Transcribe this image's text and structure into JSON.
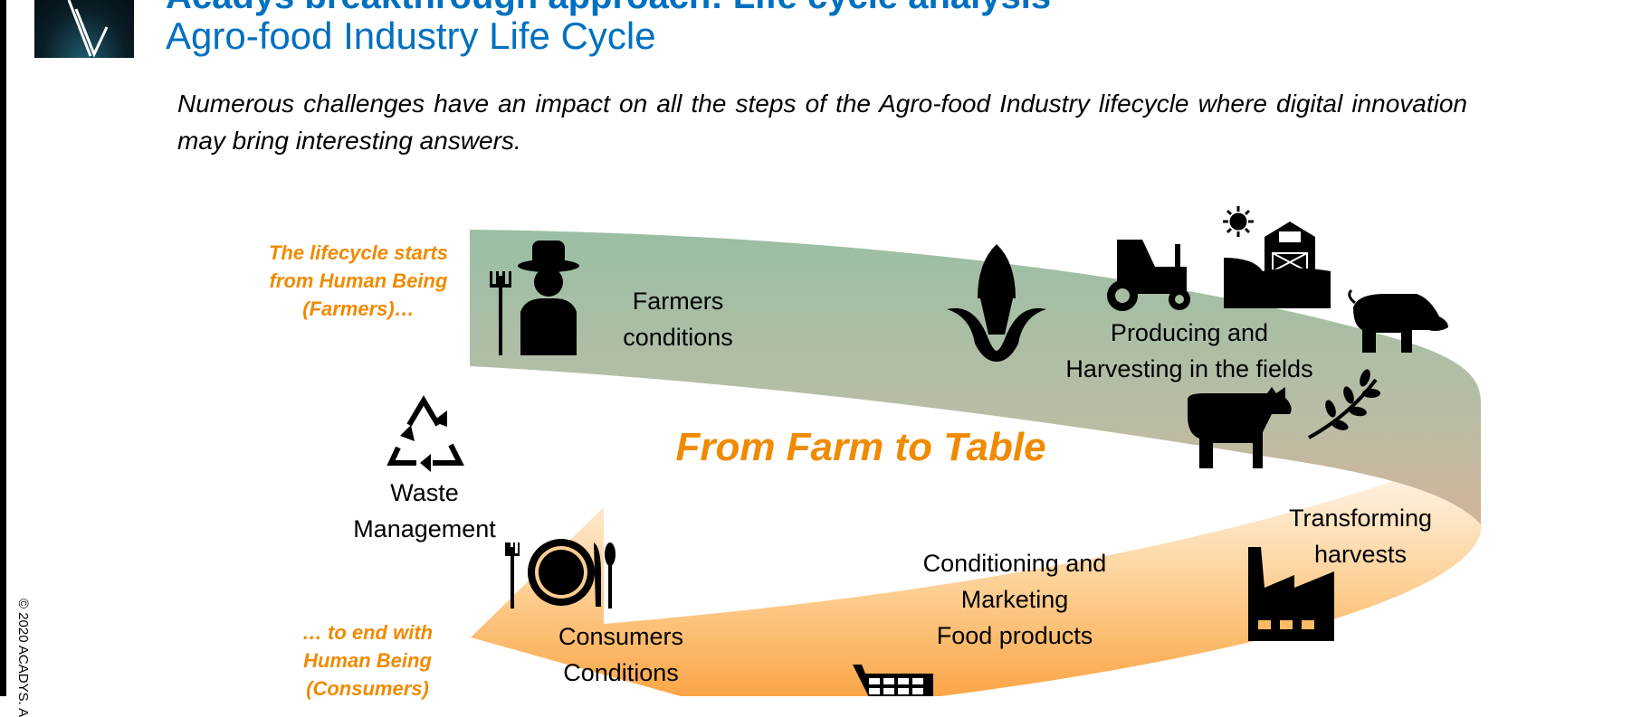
{
  "header": {
    "title": "Acadys breakthrough approach: Life cycle analysis",
    "subtitle": "Agro-food Industry Life Cycle",
    "intro": "Numerous challenges have an impact on all the steps of the Agro-food Industry lifecycle where digital innovation may bring interesting answers."
  },
  "notes": {
    "start": [
      "The lifecycle starts",
      "from Human Being",
      "(Farmers)…"
    ],
    "end": [
      "… to end with",
      "Human Being",
      "(Consumers)"
    ]
  },
  "center_title": "From Farm to Table",
  "stages": {
    "farmers": [
      "Farmers",
      "conditions"
    ],
    "producing": [
      "Producing and",
      "Harvesting in the fields"
    ],
    "transforming": [
      "Transforming",
      "harvests"
    ],
    "conditioning": [
      "Conditioning and",
      "Marketing",
      "Food products"
    ],
    "consumers": [
      "Consumers",
      "Conditions"
    ],
    "waste": [
      "Waste",
      "Management"
    ]
  },
  "copyright": "© 2020 ACADYS. A",
  "colors": {
    "title": "#0070C0",
    "accent": "#F08A00",
    "green_band": "#9DBFA3",
    "orange_band": "#FBAE4C"
  },
  "icons": [
    "farmer-icon",
    "corn-icon",
    "tractor-icon",
    "sun-icon",
    "barn-icon",
    "pig-icon",
    "cow-icon",
    "wheat-icon",
    "recycle-icon",
    "plate-cutlery-icon",
    "factory-icon",
    "shopping-cart-icon"
  ]
}
